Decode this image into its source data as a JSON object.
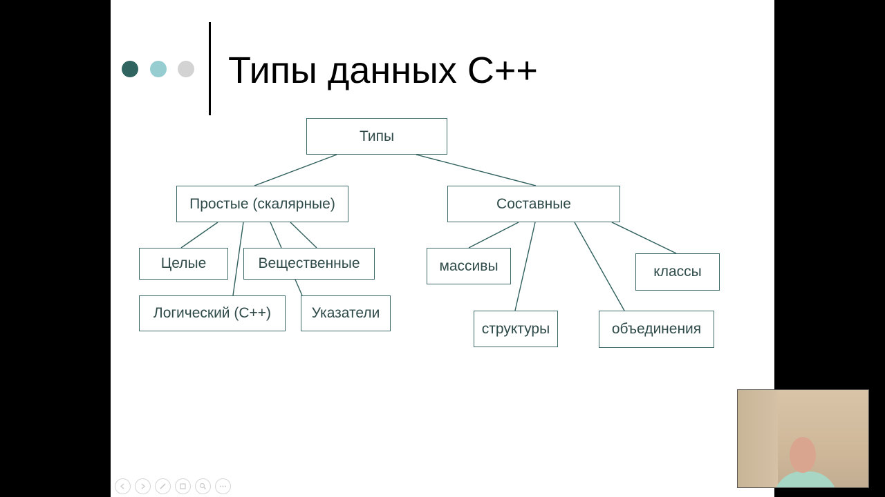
{
  "slide": {
    "title": "Типы данных С++",
    "accent_colors": {
      "dark": "#2f6461",
      "light": "#95cdd0",
      "gray": "#d3d3d3"
    }
  },
  "diagram": {
    "root": "Типы",
    "simple": {
      "label": "Простые (скалярные)",
      "children": {
        "integer": "Целые",
        "real": "Вещественные",
        "boolean": "Логический (С++)",
        "pointers": "Указатели"
      }
    },
    "composite": {
      "label": "Составные",
      "children": {
        "arrays": "массивы",
        "structs": "структуры",
        "unions": "объединения",
        "classes": "классы"
      }
    }
  },
  "toolbar": {
    "icons": [
      "previous-icon",
      "next-icon",
      "pen-icon",
      "slides-icon",
      "zoom-icon",
      "more-icon"
    ]
  }
}
